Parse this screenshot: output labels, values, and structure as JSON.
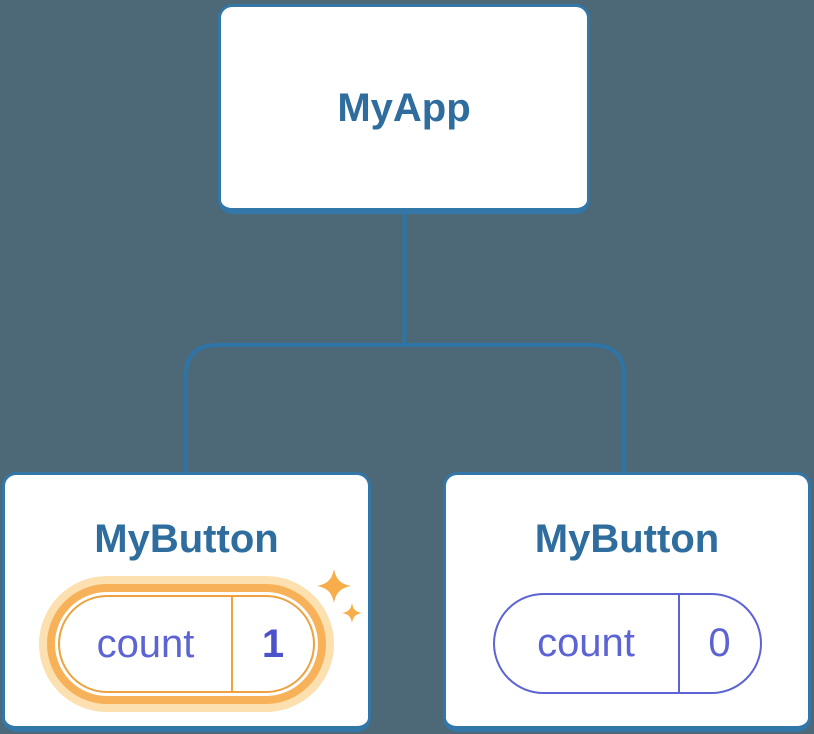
{
  "colors": {
    "background": "#4d6876",
    "connector_blue": "#2f74a6",
    "card_border_blue": "#3376a8",
    "card_fill": "#ffffff",
    "title_text_blue": "#2e6d9d",
    "state_purple": "#5c63d3",
    "state_value_bold_purple": "#4b53cb",
    "highlight_border_orange": "#eda23f",
    "highlight_ring_orange": "#f7b159",
    "highlight_glow_pale_orange": "#fce0af",
    "sparkle_orange": "#f7ad49"
  },
  "tree": {
    "root": {
      "label": "MyApp"
    },
    "children": [
      {
        "label": "MyButton",
        "state": {
          "name": "count",
          "value": "1"
        },
        "highlighted": true,
        "icon": "sparkles"
      },
      {
        "label": "MyButton",
        "state": {
          "name": "count",
          "value": "0"
        },
        "highlighted": false
      }
    ]
  }
}
